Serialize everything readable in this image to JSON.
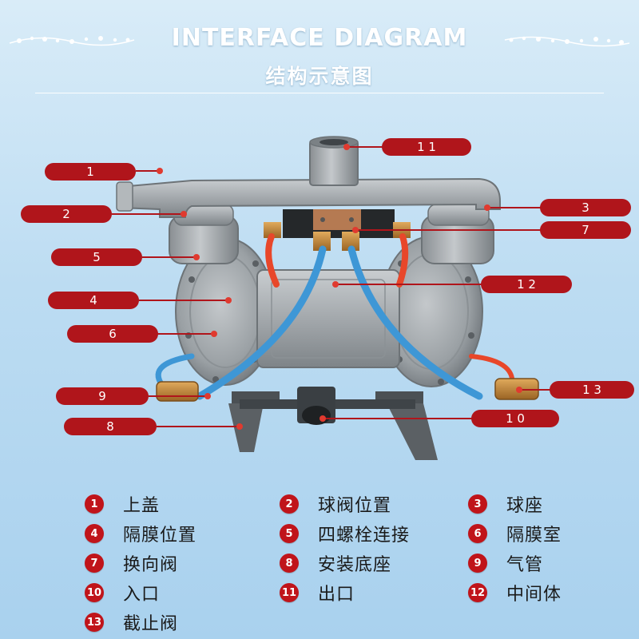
{
  "header": {
    "title_en": "INTERFACE DIAGRAM",
    "title_zh": "结构示意图"
  },
  "callouts": [
    {
      "id": "1",
      "label": "1"
    },
    {
      "id": "2",
      "label": "2"
    },
    {
      "id": "3",
      "label": "3"
    },
    {
      "id": "4",
      "label": "4"
    },
    {
      "id": "5",
      "label": "5"
    },
    {
      "id": "6",
      "label": "6"
    },
    {
      "id": "7",
      "label": "7"
    },
    {
      "id": "8",
      "label": "8"
    },
    {
      "id": "9",
      "label": "9"
    },
    {
      "id": "10",
      "label": "1 0"
    },
    {
      "id": "11",
      "label": "1 1"
    },
    {
      "id": "12",
      "label": "1 2"
    },
    {
      "id": "13",
      "label": "1 3"
    }
  ],
  "legend": [
    {
      "num": "1",
      "text": "上盖"
    },
    {
      "num": "2",
      "text": "球阀位置"
    },
    {
      "num": "3",
      "text": "球座"
    },
    {
      "num": "4",
      "text": "隔膜位置"
    },
    {
      "num": "5",
      "text": "四螺栓连接"
    },
    {
      "num": "6",
      "text": "隔膜室"
    },
    {
      "num": "7",
      "text": "换向阀"
    },
    {
      "num": "8",
      "text": "安装底座"
    },
    {
      "num": "9",
      "text": "气管"
    },
    {
      "num": "10",
      "text": "入口"
    },
    {
      "num": "11",
      "text": "出口"
    },
    {
      "num": "12",
      "text": "中间体"
    },
    {
      "num": "13",
      "text": "截止阀"
    }
  ],
  "colors": {
    "callout_red": "#b0151b",
    "badge_red": "#c0141a",
    "pump_metal": "#9ea4a8",
    "air_hose_blue": "#3e97d6",
    "air_hose_red": "#e8472a",
    "valve_brass": "#c98a3a"
  }
}
